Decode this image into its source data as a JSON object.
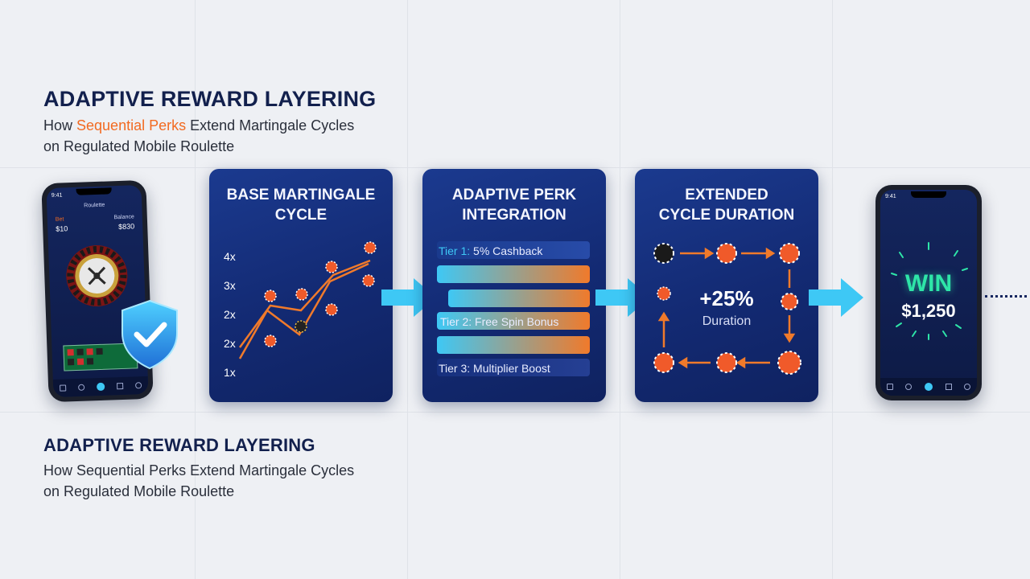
{
  "header_top": {
    "title": "ADAPTIVE REWARD LAYERING",
    "subtitle_pre": "How ",
    "subtitle_highlight": "Sequential Perks",
    "subtitle_post": " Extend Martingale Cycles",
    "subtitle_line2": "on Regulated Mobile Roulette"
  },
  "header_bottom": {
    "title": "ADAPTIVE REWARD LAYERING",
    "subtitle_line1": "How Sequential Perks Extend Martingale Cycles",
    "subtitle_line2": "on Regulated Mobile Roulette"
  },
  "left_phone": {
    "time": "9:41",
    "app_title": "Roulette",
    "bet_label": "Bet",
    "bet_value": "$10",
    "balance_label": "Balance",
    "balance_value": "$830"
  },
  "card1": {
    "title_line1": "BASE MARTINGALE",
    "title_line2": "CYCLE",
    "y_labels": [
      "4x",
      "3x",
      "2x",
      "2x",
      "1x"
    ]
  },
  "card2": {
    "title_line1": "ADAPTIVE PERK",
    "title_line2": "INTEGRATION",
    "tier1_num": "Tier 1:",
    "tier1_text": " 5% Cashback",
    "tier2_num": "Tier 2:",
    "tier2_text": " Free Spin Bonus",
    "tier3_text": "Tier 3: Multiplier Boost"
  },
  "card3": {
    "title_line1": "EXTENDED",
    "title_line2": "CYCLE DURATION",
    "stat": "+25%",
    "stat_label": "Duration"
  },
  "right_phone": {
    "time": "9:41",
    "win_label": "WIN",
    "win_amount": "$1,250"
  },
  "colors": {
    "navy": "#12204d",
    "orange": "#f26a21",
    "cyan": "#3ec8f5",
    "green": "#2ee5a8"
  }
}
